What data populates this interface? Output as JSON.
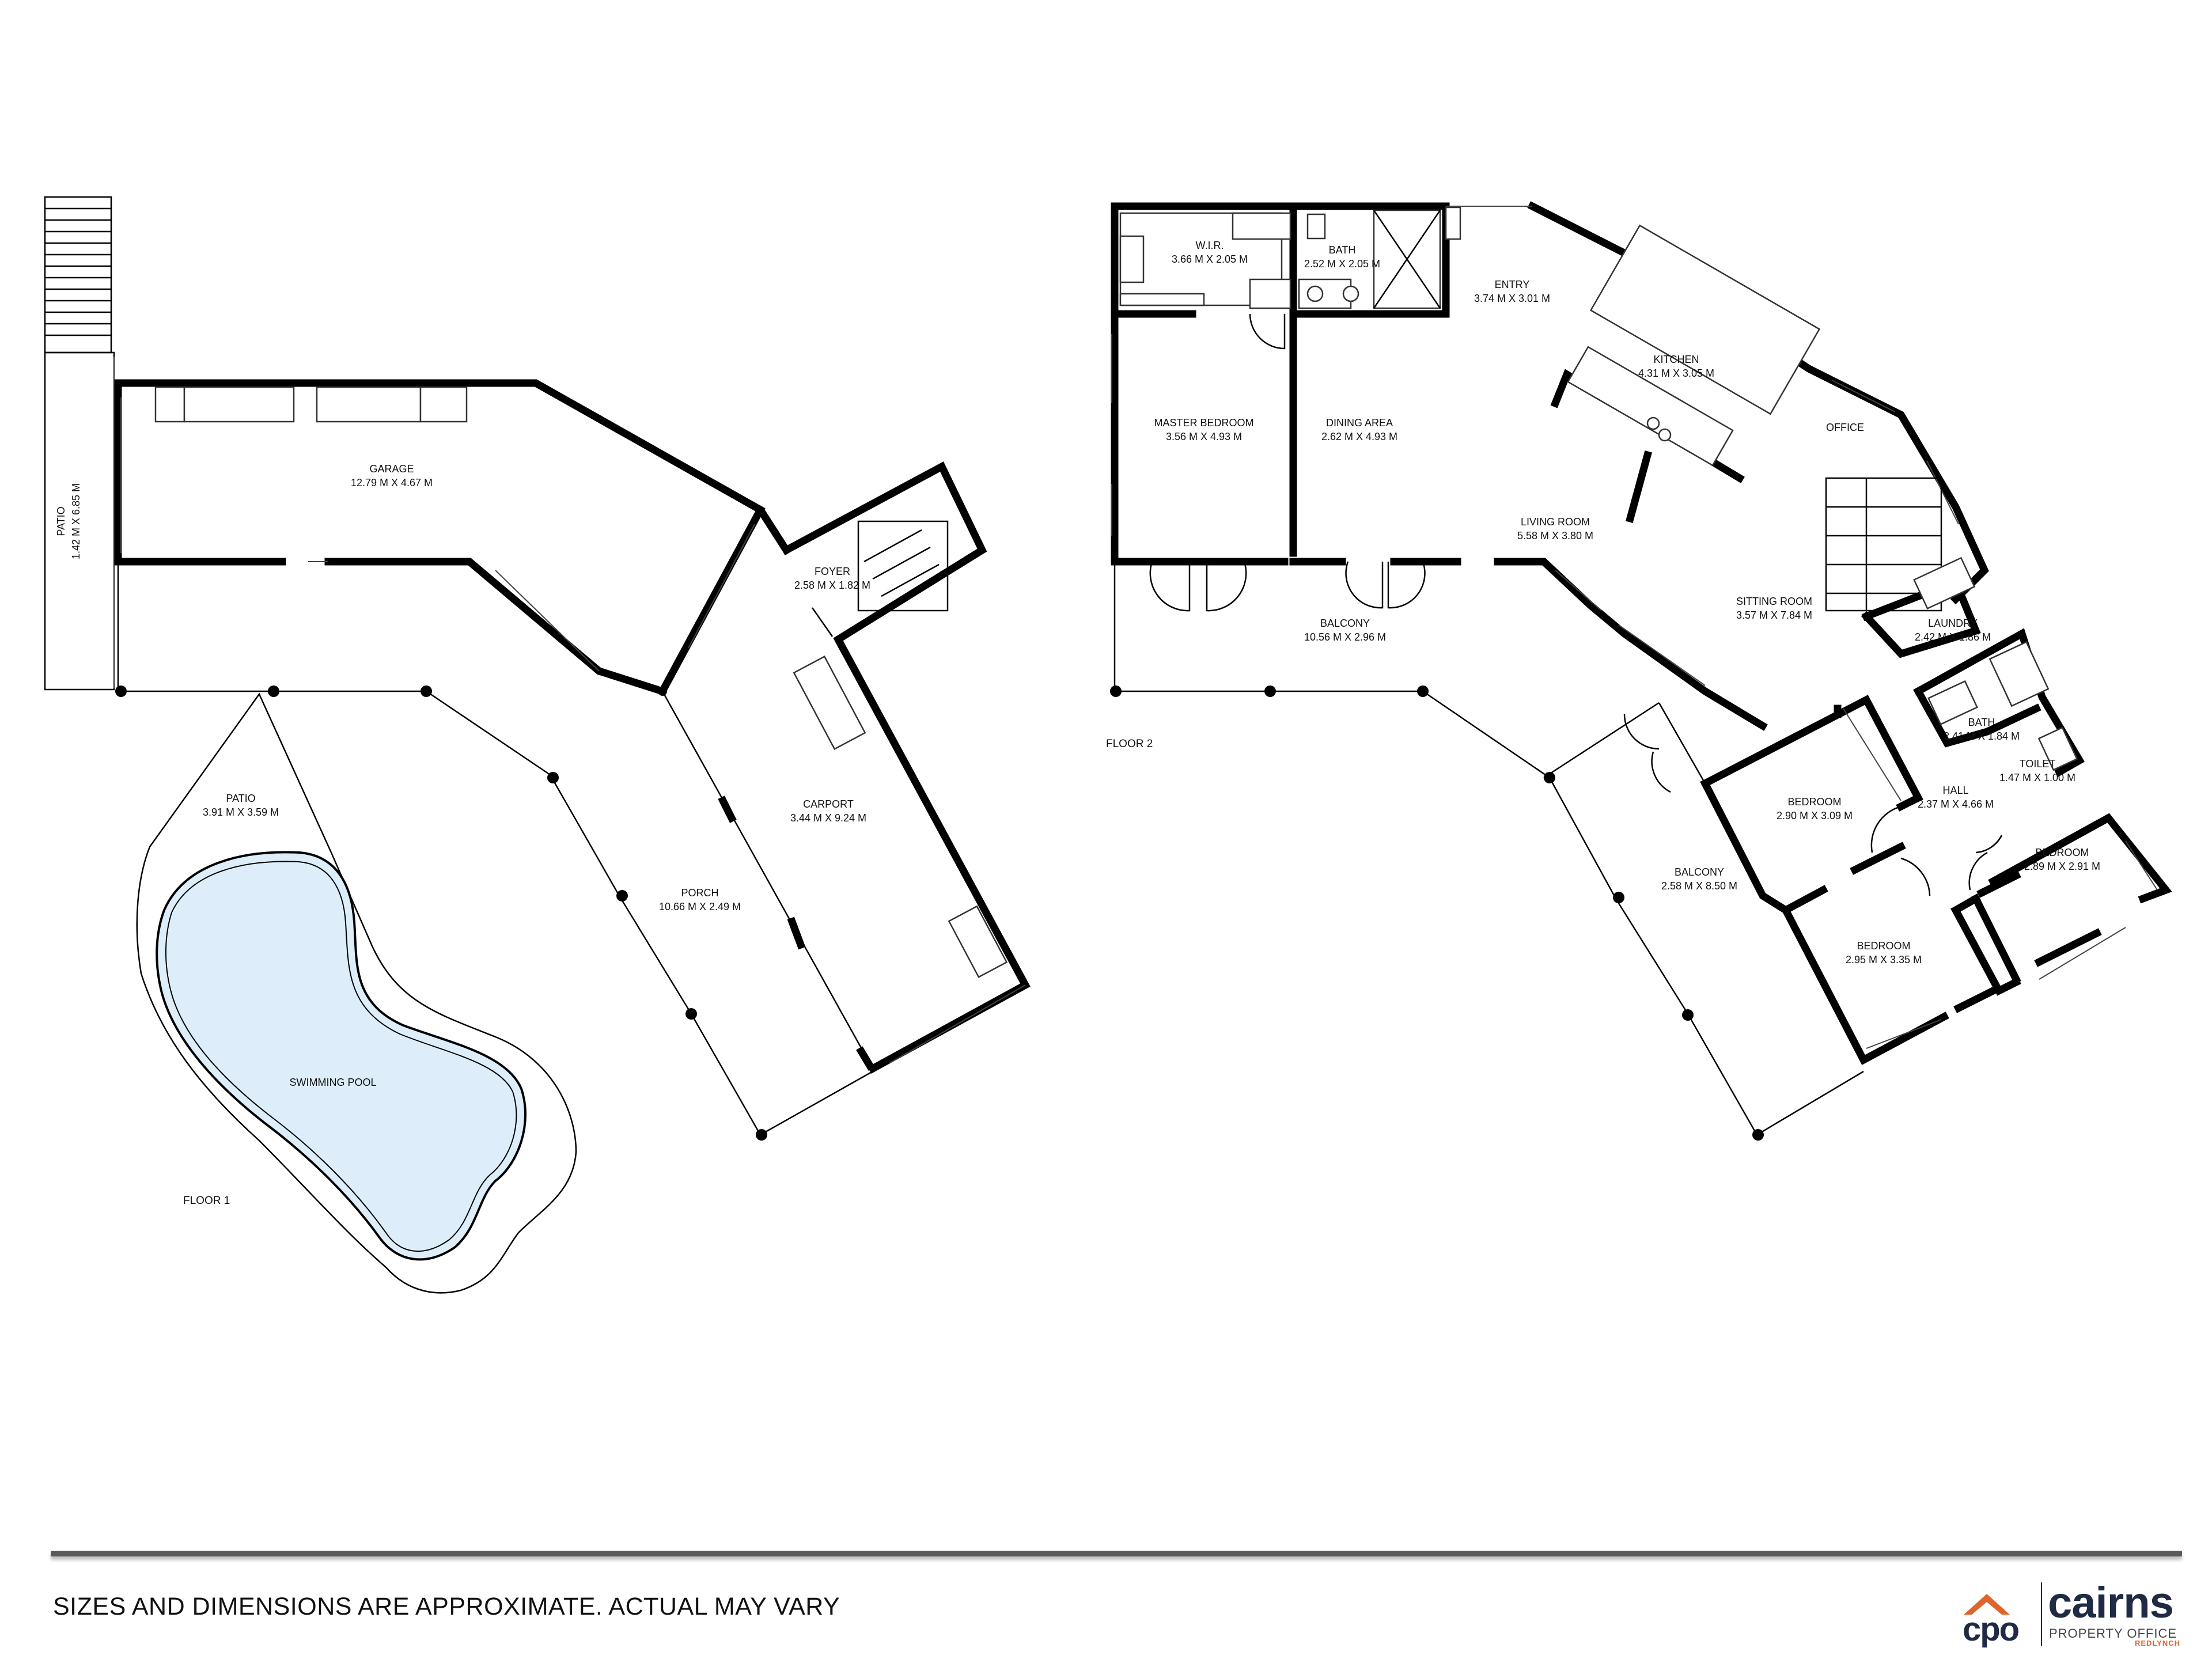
{
  "floor1": {
    "label": "FLOOR 1",
    "rooms": [
      {
        "name": "PATIO",
        "dims": "1.42 M X 6.85 M"
      },
      {
        "name": "GARAGE",
        "dims": "12.79 M X 4.67 M"
      },
      {
        "name": "FOYER",
        "dims": "2.58 M X 1.82 M"
      },
      {
        "name": "PATIO",
        "dims": "3.91 M X 3.59 M"
      },
      {
        "name": "CARPORT",
        "dims": "3.44 M X 9.24 M"
      },
      {
        "name": "PORCH",
        "dims": "10.66 M X 2.49 M"
      },
      {
        "name": "SWIMMING POOL",
        "dims": ""
      }
    ]
  },
  "floor2": {
    "label": "FLOOR 2",
    "rooms": [
      {
        "name": "W.I.R.",
        "dims": "3.66 M X 2.05 M"
      },
      {
        "name": "BATH",
        "dims": "2.52 M X 2.05 M"
      },
      {
        "name": "ENTRY",
        "dims": "3.74 M X 3.01 M"
      },
      {
        "name": "KITCHEN",
        "dims": "4.31 M X 3.05 M"
      },
      {
        "name": "OFFICE",
        "dims": ""
      },
      {
        "name": "MASTER BEDROOM",
        "dims": "3.56 M X 4.93 M"
      },
      {
        "name": "DINING AREA",
        "dims": "2.62 M X 4.93 M"
      },
      {
        "name": "LIVING ROOM",
        "dims": "5.58 M X 3.80 M"
      },
      {
        "name": "SITTING ROOM",
        "dims": "3.57 M X 7.84 M"
      },
      {
        "name": "LAUNDRY",
        "dims": "2.42 M X 1.86 M"
      },
      {
        "name": "BALCONY",
        "dims": "10.56 M X 2.96 M"
      },
      {
        "name": "BATH",
        "dims": "2.41 M X 1.84 M"
      },
      {
        "name": "TOILET",
        "dims": "1.47 M X 1.00 M"
      },
      {
        "name": "BEDROOM",
        "dims": "2.90 M X 3.09 M"
      },
      {
        "name": "HALL",
        "dims": "2.37 M X 4.66 M"
      },
      {
        "name": "BEDROOM",
        "dims": "2.89 M X 2.91 M"
      },
      {
        "name": "BALCONY",
        "dims": "2.58 M X 8.50 M"
      },
      {
        "name": "BEDROOM",
        "dims": "2.95 M X 3.35 M"
      }
    ]
  },
  "footer": {
    "disclaimer": "SIZES AND DIMENSIONS ARE APPROXIMATE. ACTUAL MAY VARY"
  },
  "brand": {
    "mark": "cpo",
    "name": "cairns",
    "office": "PROPERTY OFFICE",
    "suburb": "REDLYNCH"
  },
  "colors": {
    "wall": "#000000",
    "pool": "#ddeefa",
    "brand_navy": "#1f2a44",
    "brand_orange": "#e0642c"
  }
}
